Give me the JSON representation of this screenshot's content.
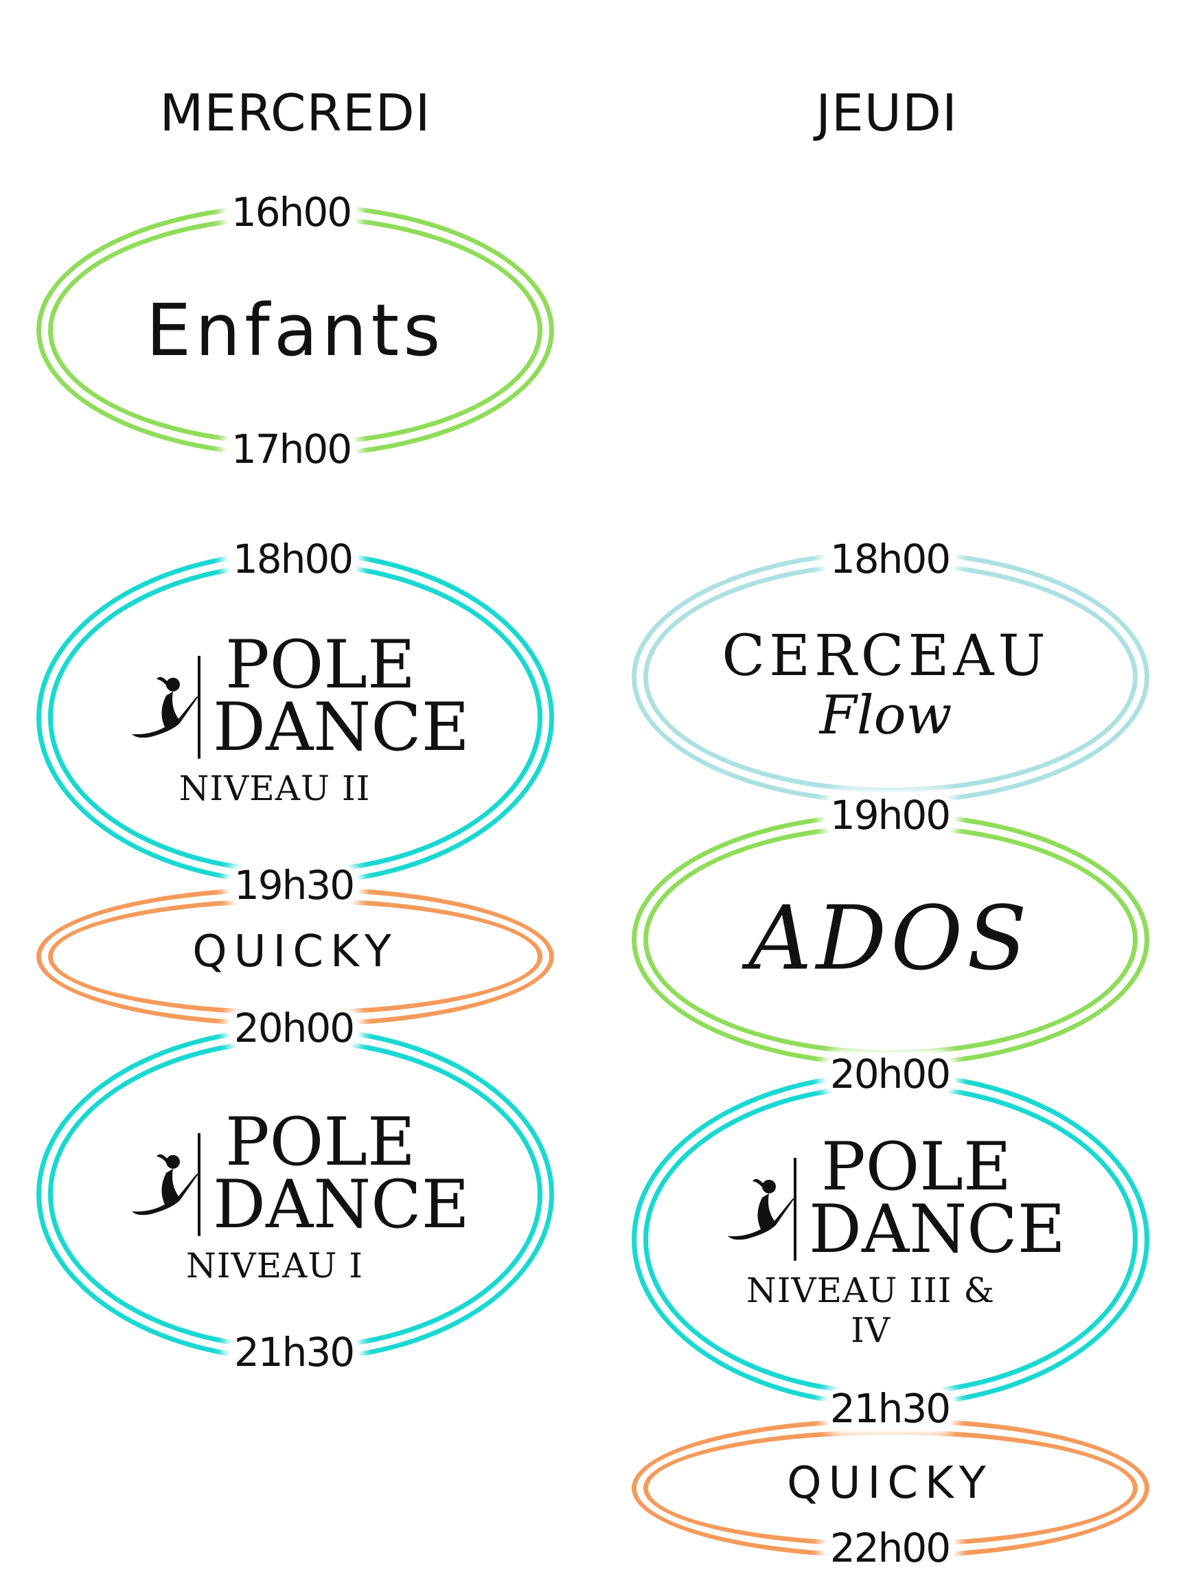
{
  "days": [
    "MERCREDI",
    "JEUDI"
  ],
  "wednesday": {
    "enfants": {
      "start": "16h00",
      "label": "Enfants",
      "end": "17h00"
    },
    "pole2": {
      "start": "18h00",
      "line1": "POLE",
      "line2": "DANCE",
      "level": "NIVEAU II"
    },
    "quicky": {
      "start": "19h30",
      "label": "QUICKY"
    },
    "pole1": {
      "start": "20h00",
      "line1": "POLE",
      "line2": "DANCE",
      "level": "NIVEAU I",
      "end": "21h30"
    }
  },
  "thursday": {
    "cerceau": {
      "start": "18h00",
      "line1": "CERCEAU",
      "line2": "Flow"
    },
    "ados": {
      "start": "19h00",
      "label": "ADOS"
    },
    "pole34": {
      "start": "20h00",
      "line1": "POLE",
      "line2": "DANCE",
      "level": "NIVEAU III & IV"
    },
    "quicky": {
      "start": "21h30",
      "label": "QUICKY",
      "end": "22h00"
    }
  },
  "colors": {
    "green": "#8fdc5a",
    "teal": "#19d8d2",
    "orange": "#f59a5b",
    "lightblue": "#ade1e1"
  }
}
